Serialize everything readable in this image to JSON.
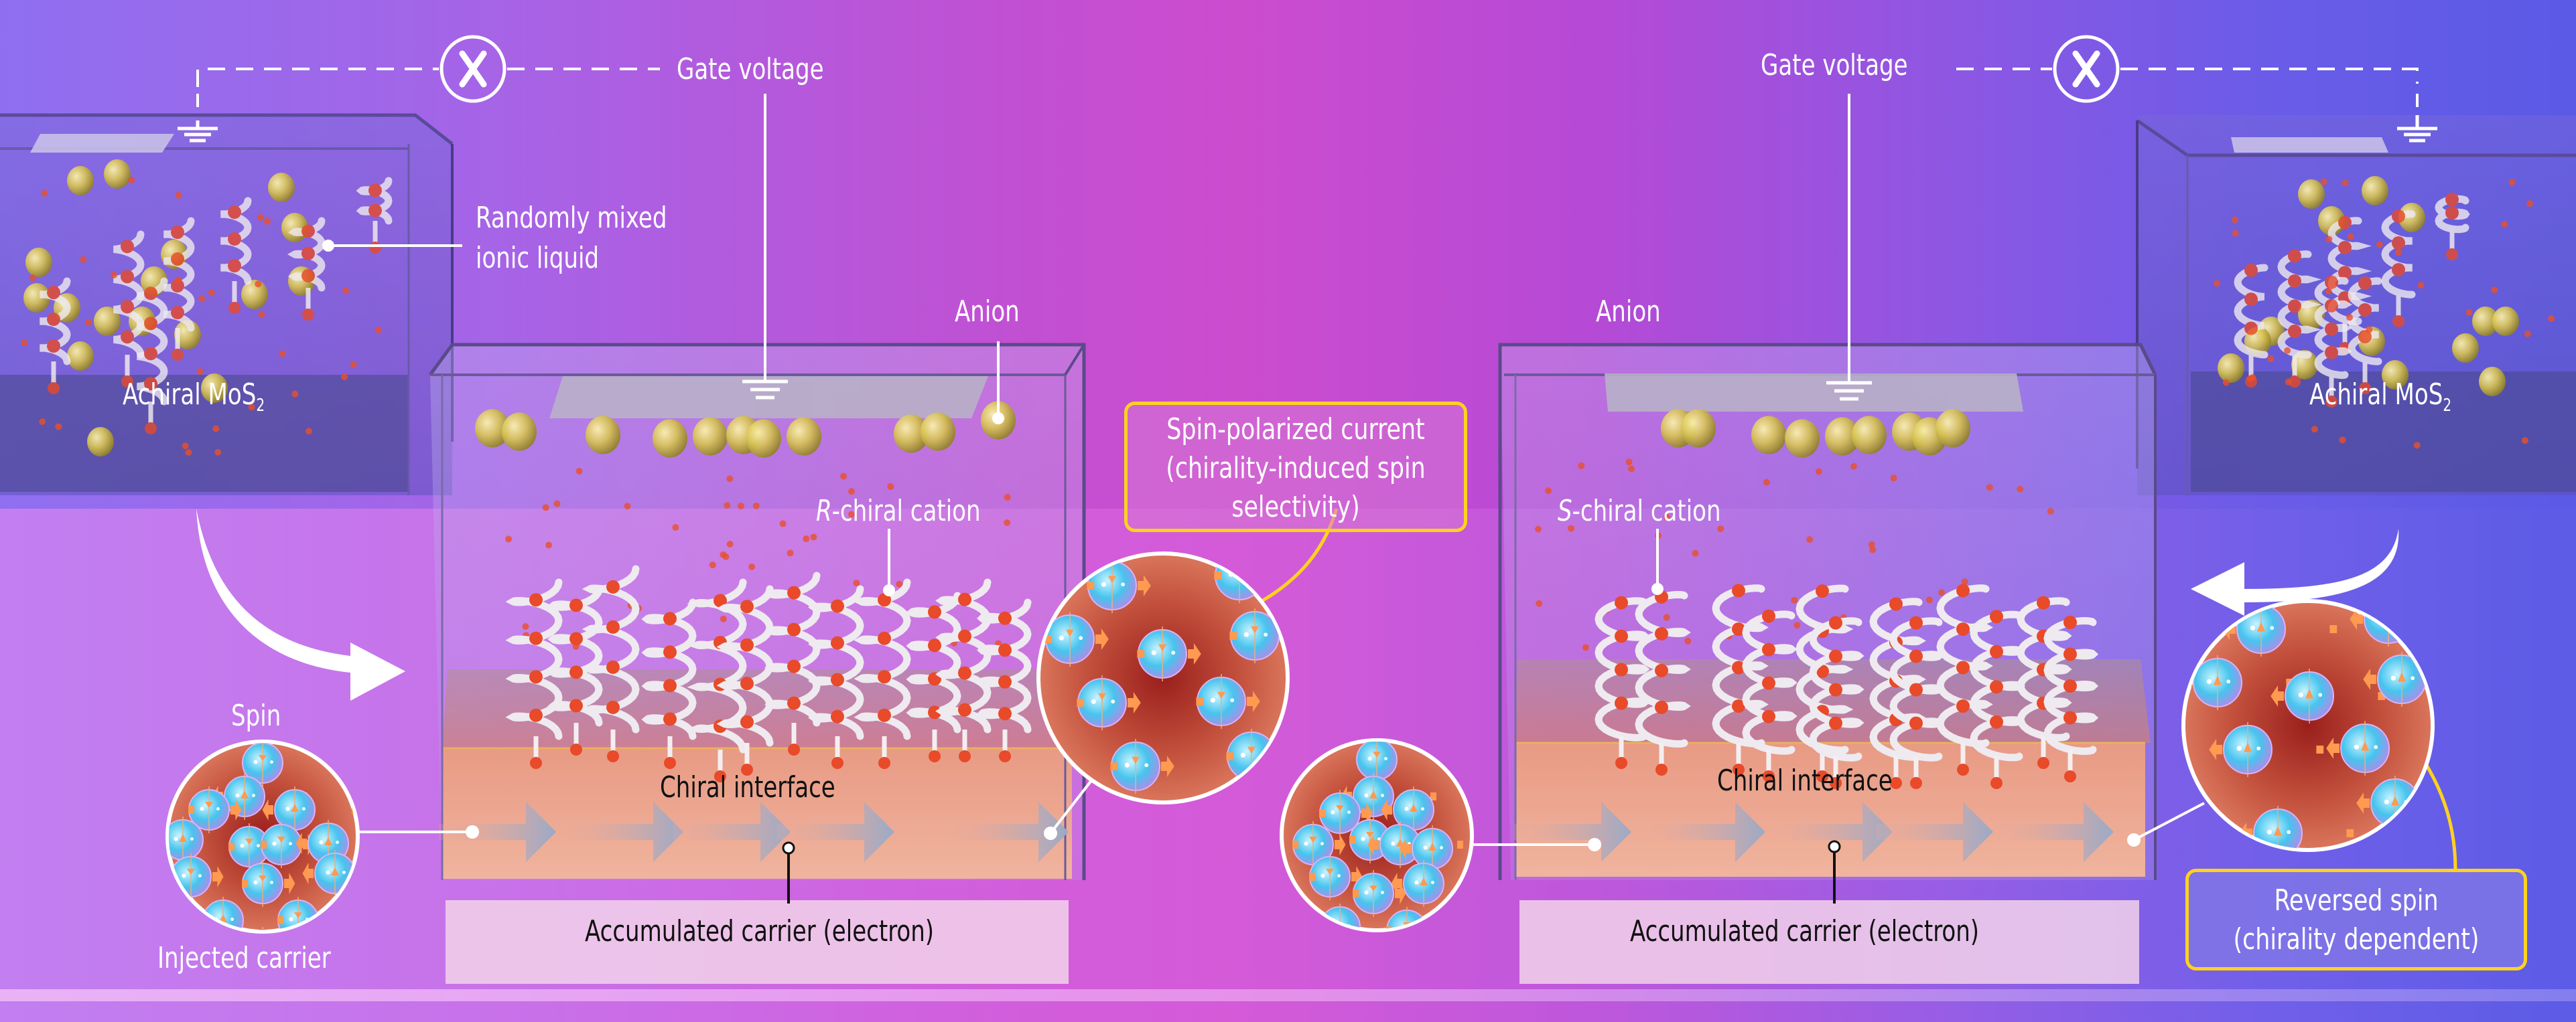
{
  "figure": {
    "description": "Schematic of chirality-induced spin selectivity at chiral ionic liquid / achiral MoS2 interfaces under gate voltage",
    "colors": {
      "background_left": "#8f6ff0",
      "background_center": "#cc4cce",
      "background_right": "#5a5ae6",
      "callout_border": "#ffd21e",
      "interface_fill": "#eeaa90",
      "anion": "#d8c850",
      "cation_bead": "#e84a2a",
      "electron": "#3fbfea",
      "spin_arrow": "#ff9a50"
    }
  },
  "left_panel": {
    "gate_voltage_label": "Gate voltage",
    "switch_icon": "circled-x-switch",
    "reservoir": {
      "label_main": "Achiral MoS",
      "label_sub": "2",
      "mixture_label_line1": "Randomly mixed",
      "mixture_label_line2": "ionic liquid"
    },
    "device": {
      "anion_label": "Anion",
      "cation_label_prefix": "R",
      "cation_label_suffix": "-chiral cation",
      "interface_label": "Chiral interface",
      "carrier_label": "Accumulated carrier (electron)"
    },
    "injection": {
      "spin_label": "Spin",
      "carrier_label": "Injected carrier"
    },
    "output_callout": {
      "line1": "Spin-polarized current",
      "line2": "(chirality-induced spin",
      "line3": "selectivity)"
    },
    "output_spin_direction": "right"
  },
  "right_panel": {
    "gate_voltage_label": "Gate voltage",
    "switch_icon": "circled-x-switch",
    "reservoir": {
      "label_main": "Achiral MoS",
      "label_sub": "2"
    },
    "device": {
      "anion_label": "Anion",
      "cation_label_prefix": "S",
      "cation_label_suffix": "-chiral cation",
      "interface_label": "Chiral interface",
      "carrier_label": "Accumulated carrier (electron)"
    },
    "output_callout": {
      "line1": "Reversed spin",
      "line2": "(chirality dependent)"
    },
    "output_spin_direction": "left"
  }
}
